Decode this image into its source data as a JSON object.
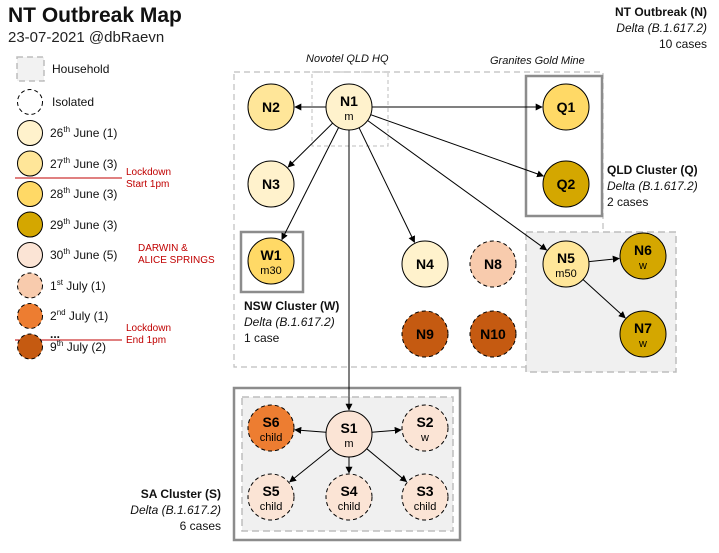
{
  "header": {
    "title": "NT Outbreak Map",
    "subtitle": "23-07-2021 @dbRaevn"
  },
  "nt_summary": {
    "name": "NT Outbreak (N)",
    "variant": "Delta (B.1.617.2)",
    "count": "10 cases"
  },
  "locations": {
    "novotel": "Novotel QLD HQ",
    "granites": "Granites Gold Mine"
  },
  "legend": {
    "household": "Household",
    "isolated": "Isolated",
    "items": [
      {
        "day": "26",
        "sup": "th",
        "rest": " June (1)",
        "color": "#fff2cc"
      },
      {
        "day": "27",
        "sup": "th",
        "rest": " June (3)",
        "color": "#ffe699"
      },
      {
        "day": "28",
        "sup": "th",
        "rest": " June (3)",
        "color": "#ffd966"
      },
      {
        "day": "29",
        "sup": "th",
        "rest": " June (3)",
        "color": "#d4a700"
      },
      {
        "day": "30",
        "sup": "th",
        "rest": " June (5)",
        "color": "#fbe4d5"
      },
      {
        "day": "1",
        "sup": "st",
        "rest": " July (1)",
        "color": "#f8cbad"
      },
      {
        "day": "2",
        "sup": "nd",
        "rest": " July (1)",
        "color": "#ed7d31"
      },
      {
        "day": "9",
        "sup": "th",
        "rest": " July (2)",
        "color": "#c55a11"
      }
    ],
    "ellipsis": "...",
    "notes": [
      {
        "line1": "Lockdown",
        "line2": "Start 1pm"
      },
      {
        "line1": "DARWIN &",
        "line2": "ALICE SPRINGS"
      },
      {
        "line1": "Lockdown",
        "line2": "End 1pm"
      }
    ]
  },
  "clusters": {
    "qld": {
      "name": "QLD Cluster (Q)",
      "variant": "Delta (B.1.617.2)",
      "count": "2 cases"
    },
    "nsw": {
      "name": "NSW Cluster (W)",
      "variant": "Delta (B.1.617.2)",
      "count": "1 case"
    },
    "sa": {
      "name": "SA Cluster (S)",
      "variant": "Delta (B.1.617.2)",
      "count": "6 cases"
    }
  },
  "nodes": [
    {
      "id": "N1",
      "sub": "m",
      "color": "#fff2cc",
      "dashed": false
    },
    {
      "id": "N2",
      "sub": "",
      "color": "#ffe699",
      "dashed": false
    },
    {
      "id": "N3",
      "sub": "",
      "color": "#fff2cc",
      "dashed": false
    },
    {
      "id": "N4",
      "sub": "",
      "color": "#fff2cc",
      "dashed": false
    },
    {
      "id": "N5",
      "sub": "m50",
      "color": "#ffe699",
      "dashed": false
    },
    {
      "id": "N6",
      "sub": "w",
      "color": "#d4a700",
      "dashed": false
    },
    {
      "id": "N7",
      "sub": "w",
      "color": "#d4a700",
      "dashed": false
    },
    {
      "id": "N8",
      "sub": "",
      "color": "#f8cbad",
      "dashed": true
    },
    {
      "id": "N9",
      "sub": "",
      "color": "#c55a11",
      "dashed": true
    },
    {
      "id": "N10",
      "sub": "",
      "color": "#c55a11",
      "dashed": true
    },
    {
      "id": "Q1",
      "sub": "",
      "color": "#ffd966",
      "dashed": false
    },
    {
      "id": "Q2",
      "sub": "",
      "color": "#d4a700",
      "dashed": false
    },
    {
      "id": "W1",
      "sub": "m30",
      "color": "#ffd966",
      "dashed": false
    },
    {
      "id": "S1",
      "sub": "m",
      "color": "#fbe4d5",
      "dashed": false
    },
    {
      "id": "S2",
      "sub": "w",
      "color": "#fbe4d5",
      "dashed": true
    },
    {
      "id": "S3",
      "sub": "child",
      "color": "#fbe4d5",
      "dashed": true
    },
    {
      "id": "S4",
      "sub": "child",
      "color": "#fbe4d5",
      "dashed": true
    },
    {
      "id": "S5",
      "sub": "child",
      "color": "#fbe4d5",
      "dashed": true
    },
    {
      "id": "S6",
      "sub": "child",
      "color": "#ed7d31",
      "dashed": true
    }
  ],
  "edges": [
    [
      "N1",
      "N2"
    ],
    [
      "N1",
      "N3"
    ],
    [
      "N1",
      "W1"
    ],
    [
      "N1",
      "N4"
    ],
    [
      "N1",
      "Q1"
    ],
    [
      "N1",
      "Q2"
    ],
    [
      "N1",
      "N5"
    ],
    [
      "N1",
      "S1"
    ],
    [
      "N5",
      "N6"
    ],
    [
      "N5",
      "N7"
    ],
    [
      "S1",
      "S6"
    ],
    [
      "S1",
      "S2"
    ],
    [
      "S1",
      "S3"
    ],
    [
      "S1",
      "S4"
    ],
    [
      "S1",
      "S5"
    ]
  ]
}
